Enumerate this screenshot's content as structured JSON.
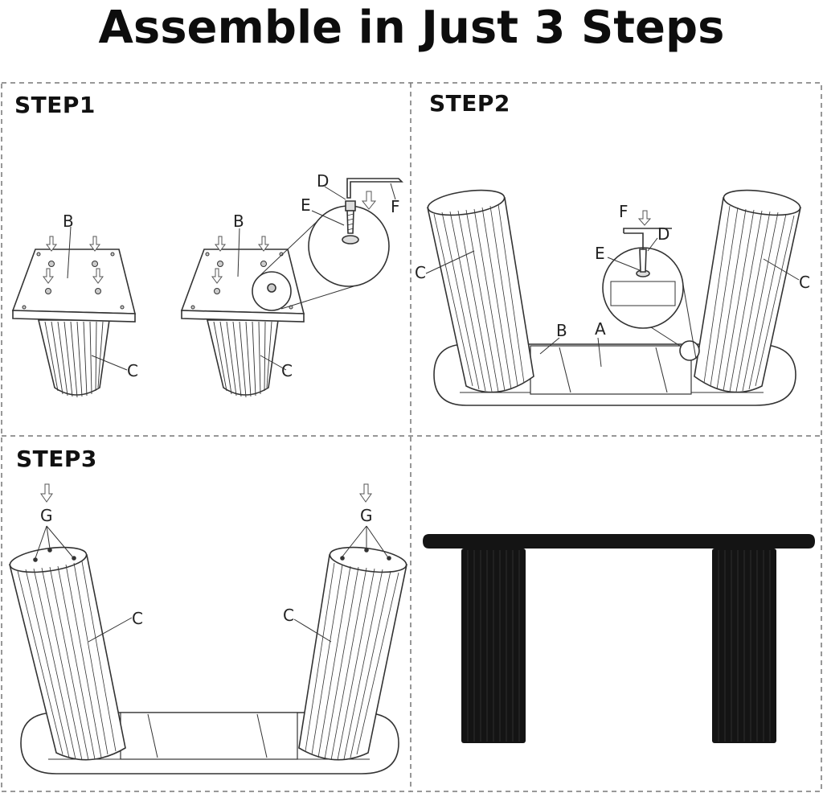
{
  "title": "Assemble in Just 3 Steps",
  "steps": [
    {
      "label": "STEP1"
    },
    {
      "label": "STEP2"
    },
    {
      "label": "STEP3"
    }
  ],
  "part_letters": {
    "a": "A",
    "b": "B",
    "c": "C",
    "d": "D",
    "e": "E",
    "f": "F",
    "g": "G"
  },
  "colors": {
    "line": "#333333",
    "dash": "#777777",
    "product": "#141414"
  }
}
